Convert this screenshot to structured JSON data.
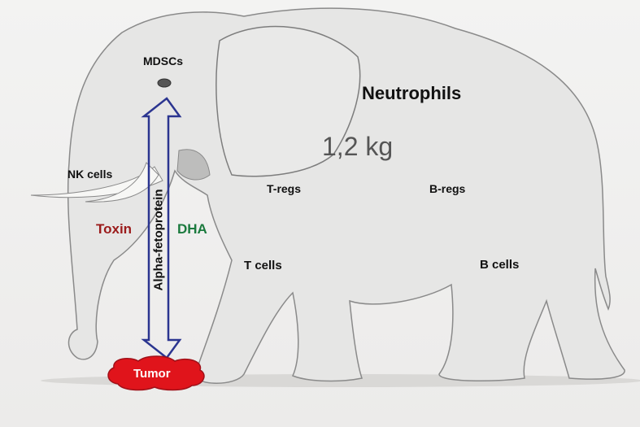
{
  "labels": {
    "mdscs": "MDSCs",
    "neutrophils": "Neutrophils",
    "weight": "1,2 kg",
    "nk_cells": "NK cells",
    "t_regs": "T-regs",
    "b_regs": "B-regs",
    "toxin": "Toxin",
    "dha": "DHA",
    "t_cells": "T cells",
    "b_cells": "B cells",
    "arrow": "Alpha-fetoprotein",
    "tumor": "Tumor"
  },
  "colors": {
    "toxin": "#9b1b1b",
    "dha": "#1b7a3e",
    "arrow": "#2b3590",
    "tumor": "#e0141b",
    "weight": "#555555"
  }
}
